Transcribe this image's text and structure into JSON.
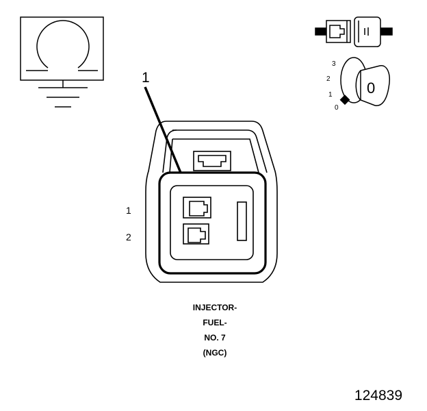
{
  "callout": "1",
  "pins": [
    "1",
    "2"
  ],
  "caption": [
    "INJECTOR-",
    "FUEL-",
    "NO. 7",
    "(NGC)"
  ],
  "figure_number": "124839",
  "ignition": {
    "positions": [
      "3",
      "2",
      "1",
      "0"
    ],
    "key_label": "0"
  }
}
